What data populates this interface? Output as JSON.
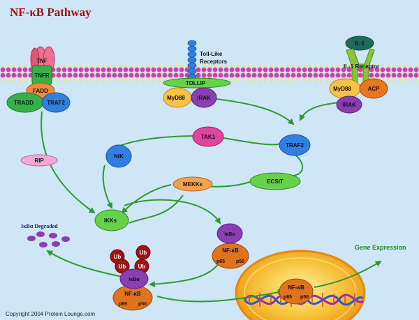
{
  "title": "NF-κB Pathway",
  "copyright": "Copyright 2004 Protein Lounge.com",
  "membrane_labels": {
    "toll_like_receptors": [
      "Toll-Like",
      "Receptors"
    ],
    "il1_receptor": "IL-1 Receptor",
    "il1": "IL-1"
  },
  "nodes": {
    "tnf": "TNF",
    "tnfr": "TNFR",
    "fadd": "FADD",
    "tradd": "TRADD",
    "traf2_left": "TRAF2",
    "tollip": "TOLLIP",
    "myd88_center": "MyD88",
    "irak_center": "IRAK",
    "myd88_right": "MyD88",
    "acp": "ACP",
    "irak_right": "IRAK",
    "tak1": "TAK1",
    "nik": "NIK",
    "traf2_center": "TRAF2",
    "rip": "RIP",
    "mekks": "MEKKs",
    "ecsit": "ECSIT",
    "ikks": "IKKs",
    "ikba_top": "IκBα",
    "nfkb_top": "NF-κB",
    "p65_top": "p65",
    "p50_top": "p50",
    "ikba_bottom": "IκBα",
    "nfkb_bottom": "NF-κB",
    "p65_bottom": "p65",
    "p50_bottom": "p50",
    "nfkb_nucleus": "NF-κB",
    "p65_nucleus": "p65",
    "p50_nucleus": "p50"
  },
  "ub_labels": [
    "Ub",
    "Ub",
    "Ub",
    "Ub"
  ],
  "ikba_degraded": "IκBα Degraded",
  "gene_expression": "Gene Expression",
  "colors": {
    "background": "#cfe6f7",
    "membrane_head": "#d63fa0",
    "membrane_tail": "#f2e27a",
    "arrow": "#2e9a2e",
    "title": "#a01010",
    "gene_expression": "#1f8a1f",
    "nucleus": "#f4a81e"
  }
}
